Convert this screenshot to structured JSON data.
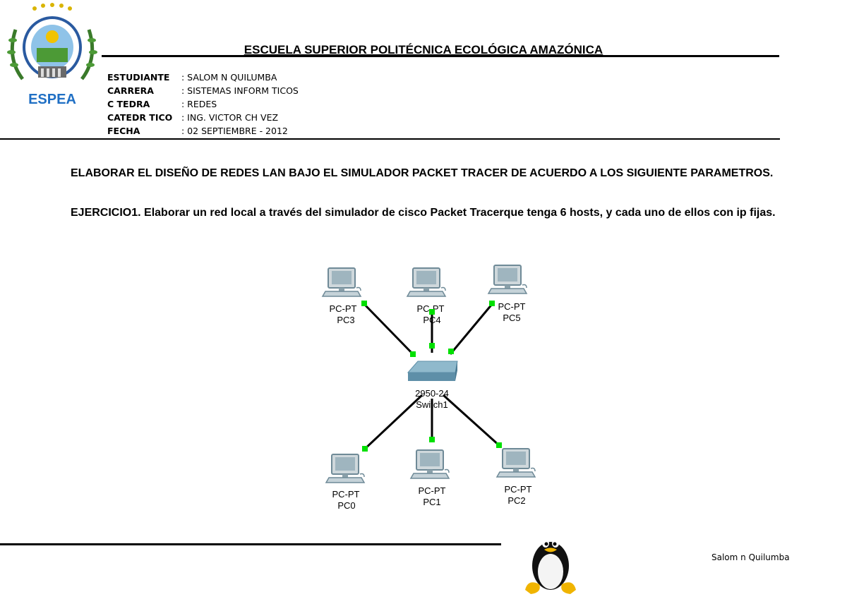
{
  "logo": {
    "text": "ESPEA"
  },
  "header": {
    "school_name": "ESCUELA SUPERIOR POLITÉCNICA ECOLÓGICA AMAZÓNICA",
    "info": [
      {
        "label": "ESTUDIANTE",
        "value": ": SALOM   N QUILUMBA"
      },
      {
        "label": "CARRERA",
        "value": ": SISTEMAS INFORM   TICOS"
      },
      {
        "label": "C   TEDRA",
        "value": ": REDES"
      },
      {
        "label": "CATEDR   TICO",
        "value": ": ING. VICTOR CH   VEZ"
      },
      {
        "label": "FECHA",
        "value": ": 02    SEPTIEMBRE - 2012"
      }
    ]
  },
  "body": {
    "task_title": "ELABORAR EL DISEÑO DE REDES LAN BAJO EL SIMULADOR PACKET TRACER DE ACUERDO A LOS SIGUIENTE PARAMETROS.",
    "exercise_label": "EJERCICIO1.",
    "exercise_text": " Elaborar un red local a través del simulador de cisco Packet Tracerque tenga 6 hosts, y cada uno de ellos con ip fijas."
  },
  "network": {
    "switch": {
      "model": "2950-24",
      "name": "Switch1"
    },
    "pcs": [
      {
        "type": "PC-PT",
        "name": "PC3"
      },
      {
        "type": "PC-PT",
        "name": "PC4"
      },
      {
        "type": "PC-PT",
        "name": "PC5"
      },
      {
        "type": "PC-PT",
        "name": "PC0"
      },
      {
        "type": "PC-PT",
        "name": "PC1"
      },
      {
        "type": "PC-PT",
        "name": "PC2"
      }
    ],
    "link_color": "#000000",
    "port_color": "#00e000"
  },
  "footer": {
    "author": "Salom  n Quilumba"
  }
}
